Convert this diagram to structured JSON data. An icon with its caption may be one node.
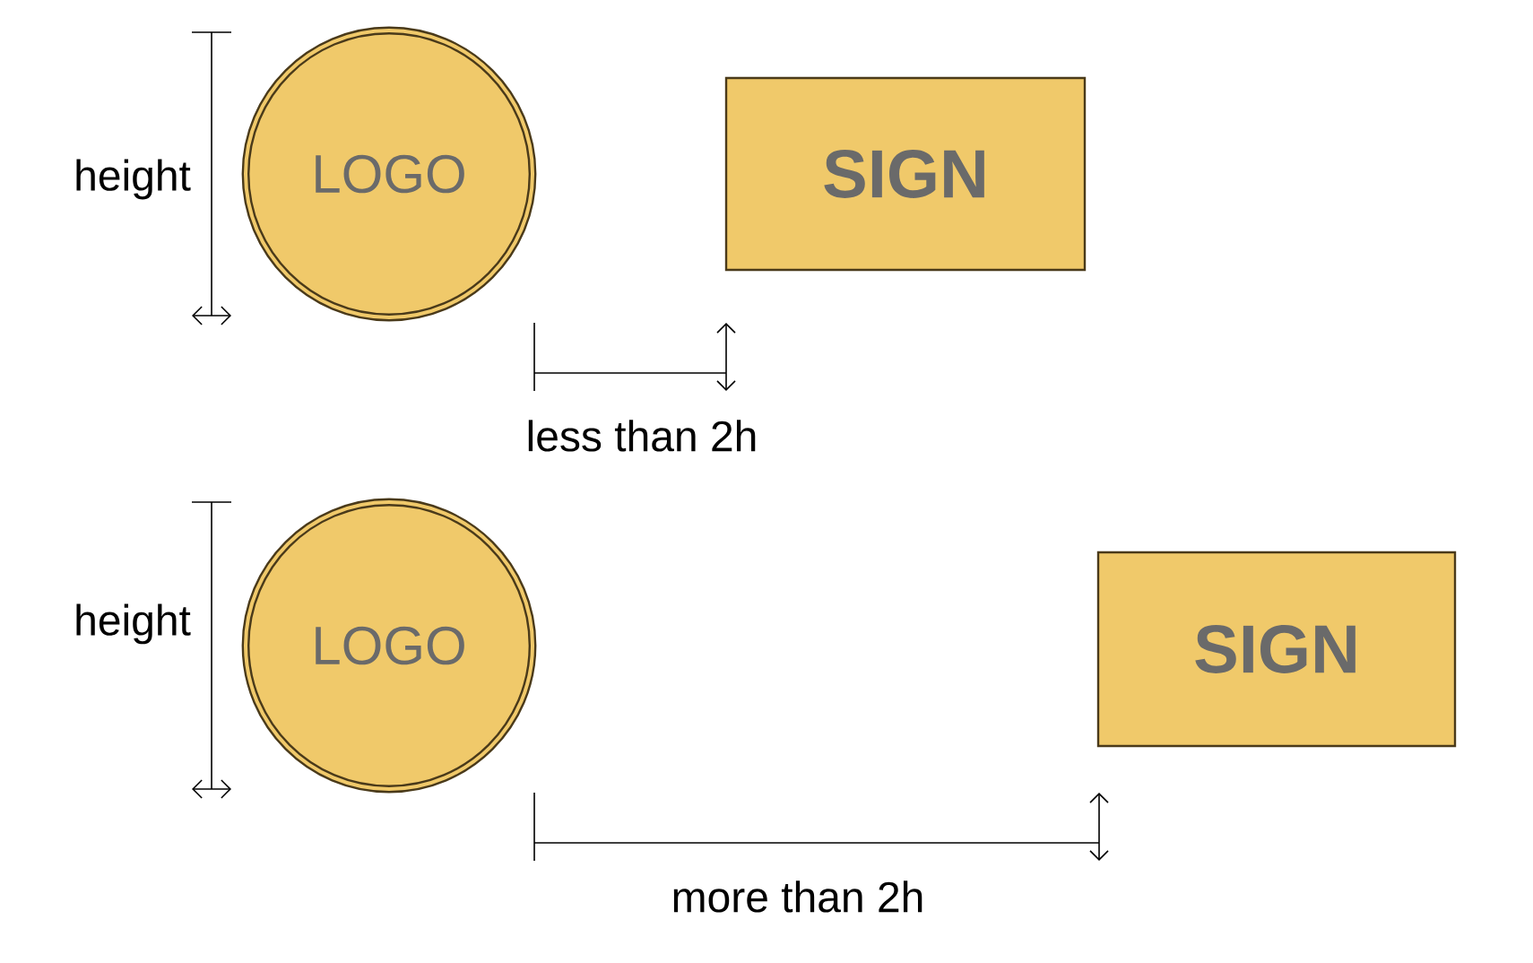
{
  "diagram": {
    "nodes": [
      {
        "text": [
          "LOGO"
        ]
      },
      {
        "text": [
          "SIGN"
        ]
      },
      {
        "text": [
          "LOGO"
        ]
      },
      {
        "text": [
          "SIGN"
        ]
      }
    ],
    "labels": [
      "height",
      "less than 2h",
      "height",
      "more than 2h"
    ]
  }
}
